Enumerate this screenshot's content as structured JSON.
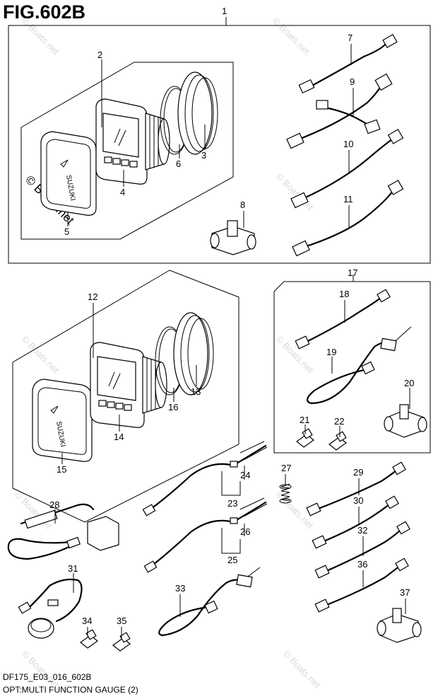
{
  "figure": {
    "title": "FIG.602B",
    "model_code": "DF175_E03_016_602B",
    "caption": "OPT:MULTI FUNCTION GAUGE (2)"
  },
  "watermark": {
    "copyright_text": "© Boats.net",
    "faint_text": "© Boats.net"
  },
  "callouts": {
    "c1": "1",
    "c2": "2",
    "c3": "3",
    "c4": "4",
    "c5": "5",
    "c6": "6",
    "c7": "7",
    "c8": "8",
    "c9": "9",
    "c10": "10",
    "c11": "11",
    "c12": "12",
    "c13": "13",
    "c14": "14",
    "c15": "15",
    "c16": "16",
    "c17": "17",
    "c18": "18",
    "c19": "19",
    "c20": "20",
    "c21": "21",
    "c22": "22",
    "c23": "23",
    "c24": "24",
    "c25": "25",
    "c26": "26",
    "c27": "27",
    "c28": "28",
    "c29": "29",
    "c30": "30",
    "c31": "31",
    "c32": "32",
    "c33": "33",
    "c34": "34",
    "c35": "35",
    "c36": "36",
    "c37": "37"
  },
  "logo_text": "SUZUKI"
}
